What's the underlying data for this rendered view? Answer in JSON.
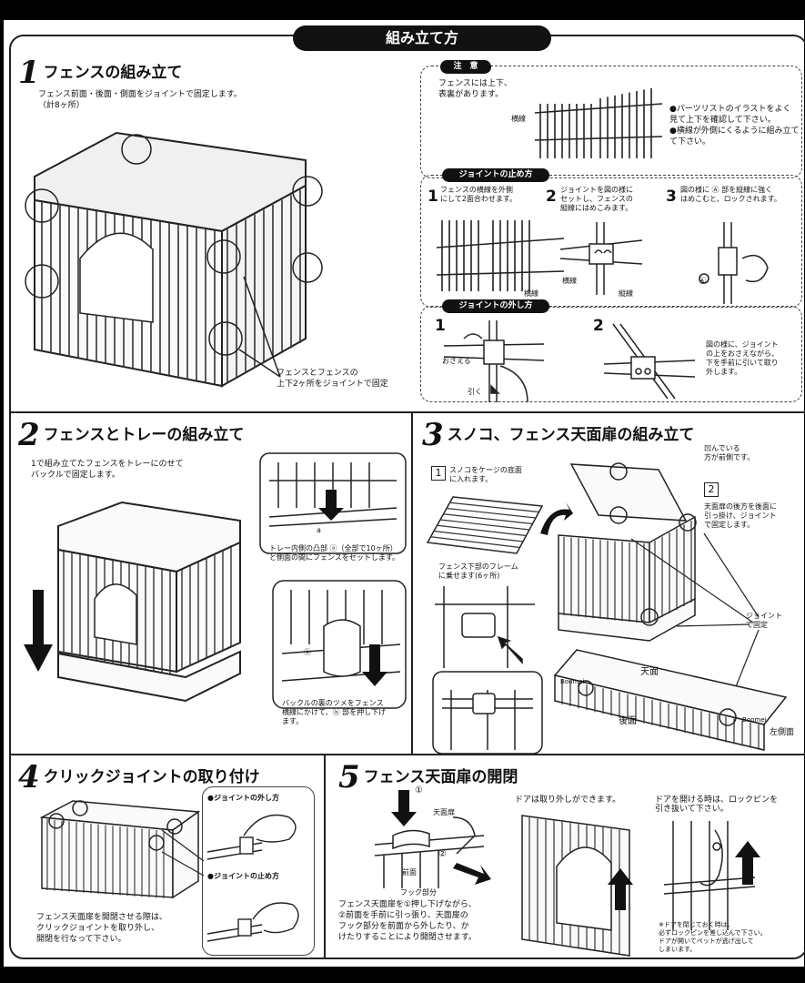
{
  "page_title": "組み立て方",
  "section1": {
    "number": "1",
    "title": "フェンスの組み立て",
    "desc": "フェンス前面・後面・側面をジョイントで固定します。\n（計8ヶ所）",
    "callout": "フェンスとフェンスの\n上下2ヶ所をジョイントで固定",
    "note": {
      "label": "注　意",
      "left_text": "フェンスには上下、\n表裏があります。",
      "wire_label": "横線",
      "bullets": "●パーツリストのイラストをよく\n見て上下を確認して下さい。\n●横線が外側にくるように組み立て\nて下さい。"
    },
    "attach": {
      "label": "ジョイントの止め方",
      "steps": [
        {
          "num": "1",
          "text": "フェンスの横線を外側\nにして2面合わせます。"
        },
        {
          "num": "2",
          "text": "ジョイントを図の様に\nセットし、フェンスの\n縦線にはめこみます。"
        },
        {
          "num": "3",
          "text": "図の様に Ⓐ 部を縦線に強く\nはめこむと、ロックされます。"
        }
      ],
      "labels": {
        "horizontal": "横線",
        "horizontal2": "横線",
        "vertical": "縦線",
        "a": "Ⓐ"
      }
    },
    "detach": {
      "label": "ジョイントの外し方",
      "step1": "1",
      "step2": "2",
      "press": "おさえる",
      "pull": "引く",
      "text": "図の様に、ジョイント\nの上をおさえながら、\n下を手前に引いて取り\n外します。"
    }
  },
  "section2": {
    "number": "2",
    "title": "フェンスとトレーの組み立て",
    "desc": "1で組み立てたフェンスをトレーにのせて\nバックルで固定します。",
    "label_a": "a",
    "detail1": "トレー内側の凸部 ⓐ（全部で10ヶ所）\nと側面の間にフェンスをセットします。",
    "label_b": "ⓑ",
    "detail2": "バックルの裏のツメをフェンス\n横線にかけて、ⓑ 部を押し下げ\nます。"
  },
  "section3": {
    "number": "3",
    "title": "スノコ、フェンス天面扉の組み立て",
    "step1_num": "1",
    "step1_text": "スノコをケージの底面\nに入れます。",
    "hollow": "凹んでいる\n方が前側です。",
    "step2_num": "2",
    "step2_text": "天面扉の後方を後面に\n引っ掛け、ジョイント\nで固定します。",
    "frame_text": "フェンス下部のフレーム\nに乗せます(6ヶ所)",
    "joint_fix": "ジョイント\nで固定",
    "top": "天面",
    "back": "後面",
    "left_side": "左側面",
    "brand1": "Bonmei",
    "brand2": "Bonmei"
  },
  "section4": {
    "number": "4",
    "title": "クリックジョイントの取り付け",
    "remove": "●ジョイントの外し方",
    "attach": "●ジョイントの止め方",
    "desc": "フェンス天面扉を開閉させる際は、\nクリックジョイントを取り外し、\n開閉を行なって下さい。"
  },
  "section5": {
    "number": "5",
    "title": "フェンス天面扉の開閉",
    "circle1": "①",
    "circle2": "②",
    "top_door": "天面扉",
    "front": "前面",
    "hook": "フック部分",
    "desc": "フェンス天面扉を①押し下げながら、\n②前面を手前に引っ張り、天面扉の\nフック部分を前面から外したり、か\nけたりすることにより開閉させます。",
    "door_removable": "ドアは取り外しができます。",
    "door_open": "ドアを開ける時は、ロックピンを\n引き抜いて下さい。",
    "lock_note": "※ドアを閉じておく時は、\n必ずロックピンを差し込んで下さい。\nドアが開いてペットが逃げ出して\nしまいます。"
  },
  "colors": {
    "ink": "#111111",
    "paper": "#ffffff",
    "background": "#000000"
  }
}
